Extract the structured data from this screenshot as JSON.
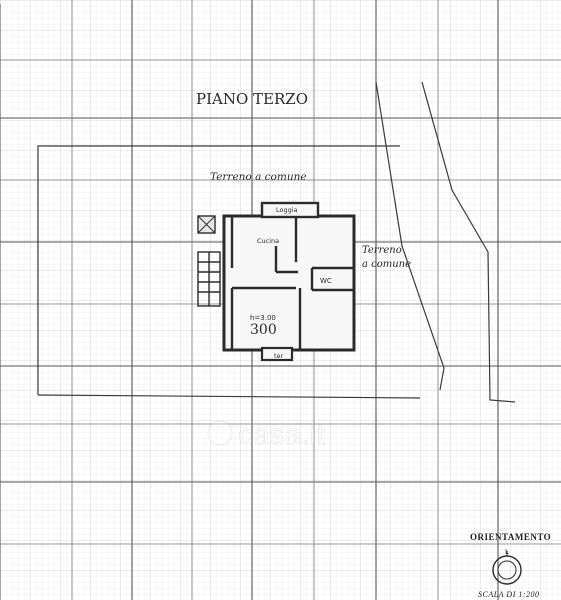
{
  "plan": {
    "floor_title": "PIANO TERZO",
    "shared_land_top": "Terreno a comune",
    "shared_land_right_line1": "Terreno",
    "shared_land_right_line2": "a comune",
    "room_loggia": "Loggia",
    "room_cucina": "Cucina",
    "room_wc": "WC",
    "room_height": "h=3.00",
    "room_code": "300",
    "room_terrace": "ter"
  },
  "orientation": {
    "label": "ORIENTAMENTO",
    "marker": "L"
  },
  "scale": {
    "label": "SCALA DI 1:200"
  },
  "watermark": {
    "text": "casa.it"
  },
  "colors": {
    "grid_fine": "#d9d9d9",
    "grid_major": "#555555",
    "ink": "#2b2b2b",
    "wall_fill": "#f7f7f7"
  }
}
